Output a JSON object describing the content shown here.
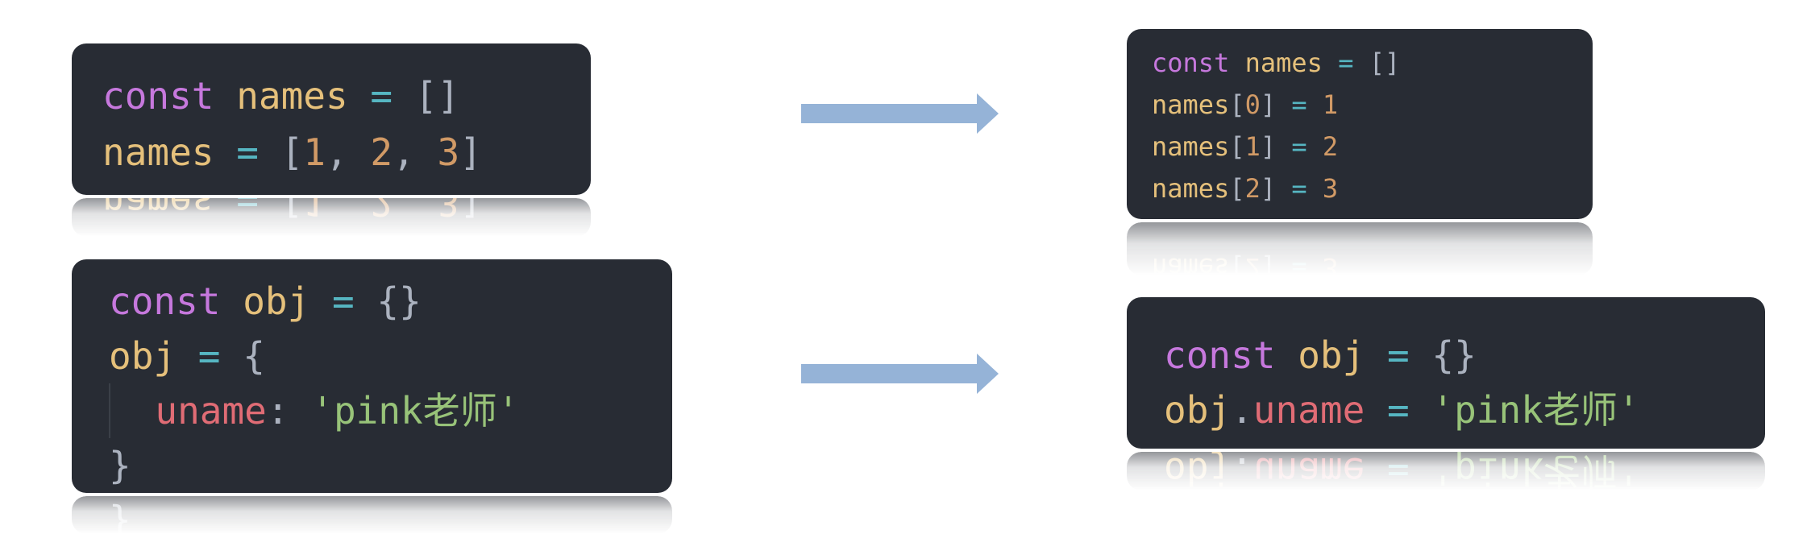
{
  "colors": {
    "card_bg": "#282c34",
    "keyword": "#c678dd",
    "variable": "#e5c07b",
    "operator": "#56b6c2",
    "number": "#d19a66",
    "property": "#e06c75",
    "string": "#98c379",
    "punctuation": "#abb2bf",
    "arrow": "#95b3d7"
  },
  "tokens": {
    "const": "const",
    "names": "names",
    "obj": "obj",
    "uname": "uname",
    "eq": "=",
    "dot": ".",
    "colon": ":",
    "comma": ",",
    "lbrack": "[",
    "rbrack": "]",
    "empty_array": "[]",
    "empty_object": "{}",
    "lbrace": "{",
    "rbrace": "}",
    "n0": "0",
    "n1": "1",
    "n2": "2",
    "n3": "3",
    "str_pink": "'pink老师'"
  },
  "icons": {
    "arrow_top": "right-arrow-icon",
    "arrow_bottom": "right-arrow-icon"
  }
}
